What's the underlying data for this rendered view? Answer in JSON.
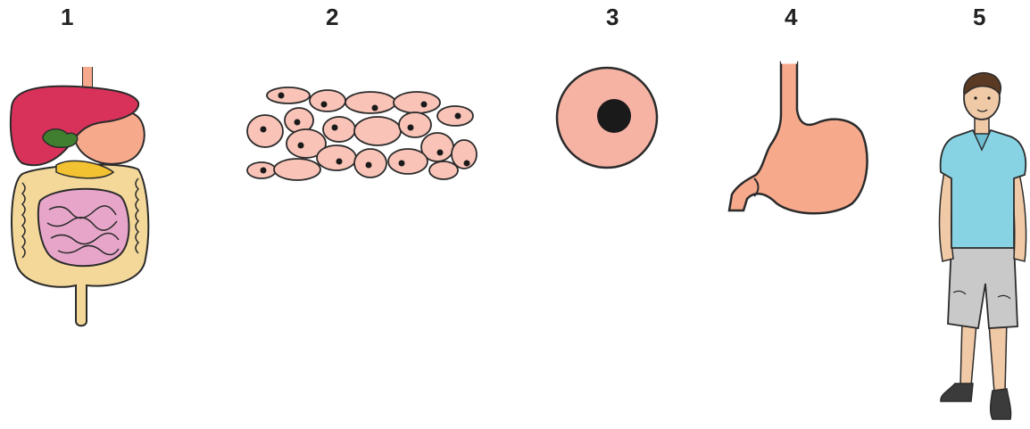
{
  "items": [
    {
      "label": "1",
      "depicts": "digestive-system"
    },
    {
      "label": "2",
      "depicts": "tissue"
    },
    {
      "label": "3",
      "depicts": "cell"
    },
    {
      "label": "4",
      "depicts": "stomach"
    },
    {
      "label": "5",
      "depicts": "organism"
    }
  ],
  "colors": {
    "outline": "#2b2b2b",
    "liver": "#d9325a",
    "gallbladder": "#3f7f2f",
    "stomach": "#f7a98c",
    "large_intestine": "#f3d89a",
    "small_intestine": "#e7a6c9",
    "pancreas": "#f2c232",
    "cell_fill": "#f9c3b7",
    "cell_round": "#f6b3a4",
    "nucleus": "#1a1a1a",
    "shirt": "#87d3e3",
    "shorts": "#c9c9c9",
    "skin": "#f0c9a6",
    "hair": "#5a3a22",
    "shoes": "#3b3b3b"
  }
}
